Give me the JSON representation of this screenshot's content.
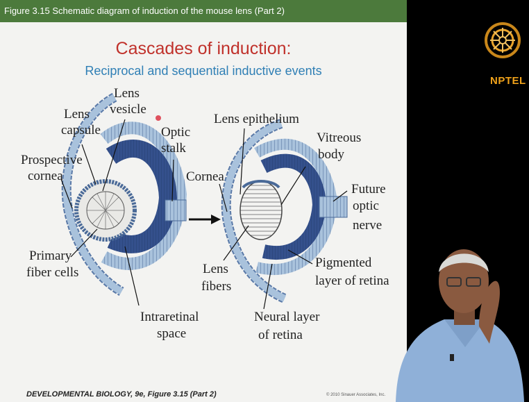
{
  "figure_caption": "Figure 3.15  Schematic diagram of induction of the mouse lens (Part 2)",
  "title": "Cascades of induction:",
  "subtitle": "Reciprocal and sequential inductive events",
  "labels": {
    "lens_vesicle_1": "Lens",
    "lens_vesicle_2": "vesicle",
    "lens_capsule_1": "Lens",
    "lens_capsule_2": "capsule",
    "optic_stalk_1": "Optic",
    "optic_stalk_2": "stalk",
    "prospective_cornea_1": "Prospective",
    "prospective_cornea_2": "cornea",
    "primary_fiber_1": "Primary",
    "primary_fiber_2": "fiber cells",
    "intraretinal_1": "Intraretinal",
    "intraretinal_2": "space",
    "lens_epithelium": "Lens epithelium",
    "vitreous_1": "Vitreous",
    "vitreous_2": "body",
    "cornea": "Cornea",
    "future_optic_1": "Future",
    "future_optic_2": "optic",
    "future_optic_3": "nerve",
    "lens_fibers_1": "Lens",
    "lens_fibers_2": "fibers",
    "pigmented_1": "Pigmented",
    "pigmented_2": "layer of retina",
    "neural_1": "Neural layer",
    "neural_2": "of retina"
  },
  "footer": "DEVELOPMENTAL BIOLOGY, 9e, Figure 3.15 (Part 2)",
  "copyright": "© 2010 Sinauer Associates, Inc.",
  "logo_text": "NPTEL",
  "colors": {
    "caption_bar": "#4c7a3c",
    "title": "#c0312b",
    "subtitle": "#2f7fb5",
    "retina_dark": "#2f4a86",
    "epithelium_light": "#9fbad6",
    "nptel": "#f0a21a"
  }
}
